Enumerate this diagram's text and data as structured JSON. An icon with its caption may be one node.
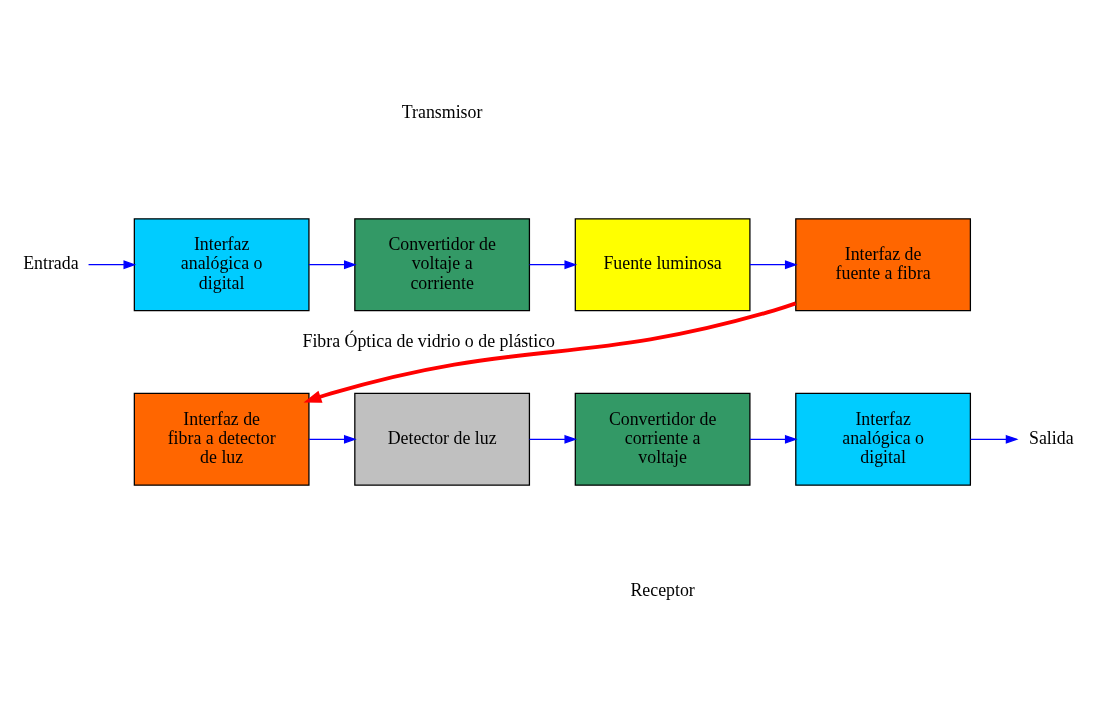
{
  "diagram": {
    "nodes": [
      {
        "text": [
          "Entrada"
        ]
      },
      {
        "text": [
          "Interfaz analógica o digital"
        ]
      },
      {
        "text": [
          "Convertidor de voltaje a corriente"
        ]
      },
      {
        "text": [
          "Fuente luminosa"
        ]
      },
      {
        "text": [
          "Interfaz de fuente a fibra"
        ]
      },
      {
        "text": [
          "Interfaz de fibra a detector de luz"
        ]
      },
      {
        "text": [
          "Detector de luz"
        ]
      },
      {
        "text": [
          "Convertidor de corriente a voltaje"
        ]
      },
      {
        "text": [
          "Interfaz analógica o digital"
        ]
      },
      {
        "text": [
          "Salida"
        ]
      }
    ],
    "edges": [
      {
        "from": 0,
        "to": 1,
        "arrow": "to"
      },
      {
        "from": 1,
        "to": 2,
        "arrow": "to"
      },
      {
        "from": 2,
        "to": 3,
        "arrow": "to"
      },
      {
        "from": 3,
        "to": 4,
        "arrow": "to"
      },
      {
        "from": 4,
        "to": 5,
        "arrow": "to",
        "label": "Fibra Óptica de vidrio o de plástico",
        "style": "thick",
        "color": "#ff0000"
      },
      {
        "from": 5,
        "to": 6,
        "arrow": "to"
      },
      {
        "from": 6,
        "to": 7,
        "arrow": "to"
      },
      {
        "from": 7,
        "to": 8,
        "arrow": "to"
      },
      {
        "from": 8,
        "to": 9,
        "arrow": "to"
      }
    ],
    "labels": [
      "Transmisor",
      "Receptor"
    ]
  }
}
